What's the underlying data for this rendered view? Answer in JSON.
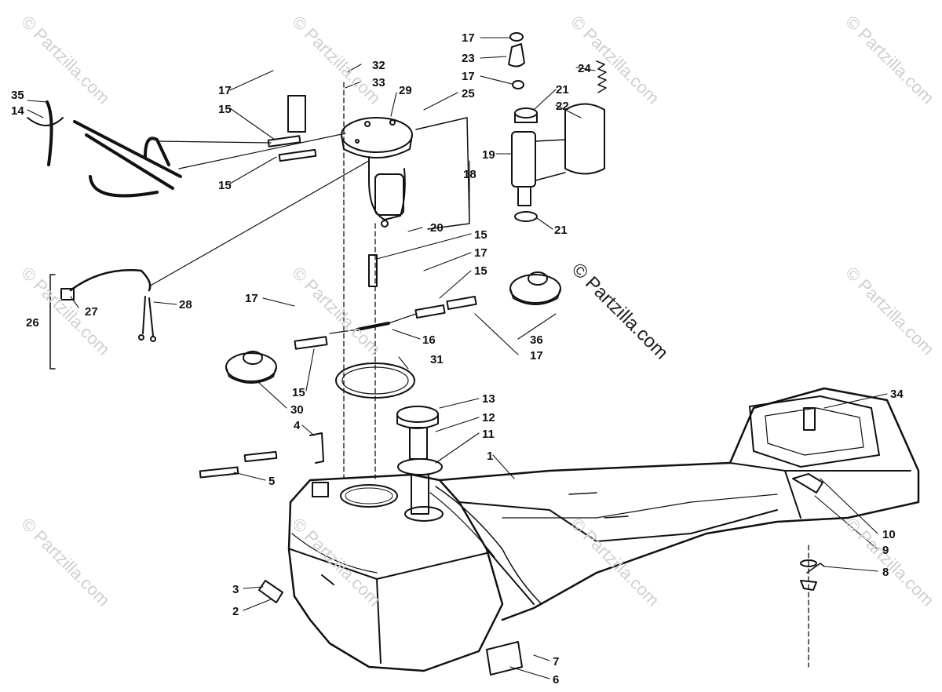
{
  "watermark_text": "© Partzilla.com",
  "copyright_text": "© Partzilla.com",
  "colors": {
    "ink": "#111111",
    "watermark": "#cfcfcf",
    "background": "#ffffff"
  },
  "callouts": {
    "c17a": "17",
    "c23": "23",
    "c17b": "17",
    "c21a": "21",
    "c22": "22",
    "c24": "24",
    "c19": "19",
    "c21b": "21",
    "c32": "32",
    "c33": "33",
    "c29": "29",
    "c25": "25",
    "c18": "18",
    "c20": "20",
    "c17c": "17",
    "c15a": "15",
    "c15b": "15",
    "c35": "35",
    "c14": "14",
    "c15c": "15",
    "c17d": "17",
    "c15d": "15",
    "c26": "26",
    "c27": "27",
    "c28": "28",
    "c17e": "17",
    "c16": "16",
    "c36": "36",
    "c17f": "17",
    "c31": "31",
    "c15e": "15",
    "c30": "30",
    "c13": "13",
    "c12": "12",
    "c11": "11",
    "c4": "4",
    "c1": "1",
    "c5": "5",
    "c34": "34",
    "c10": "10",
    "c9": "9",
    "c8": "8",
    "c3": "3",
    "c2": "2",
    "c7": "7",
    "c6": "6"
  }
}
